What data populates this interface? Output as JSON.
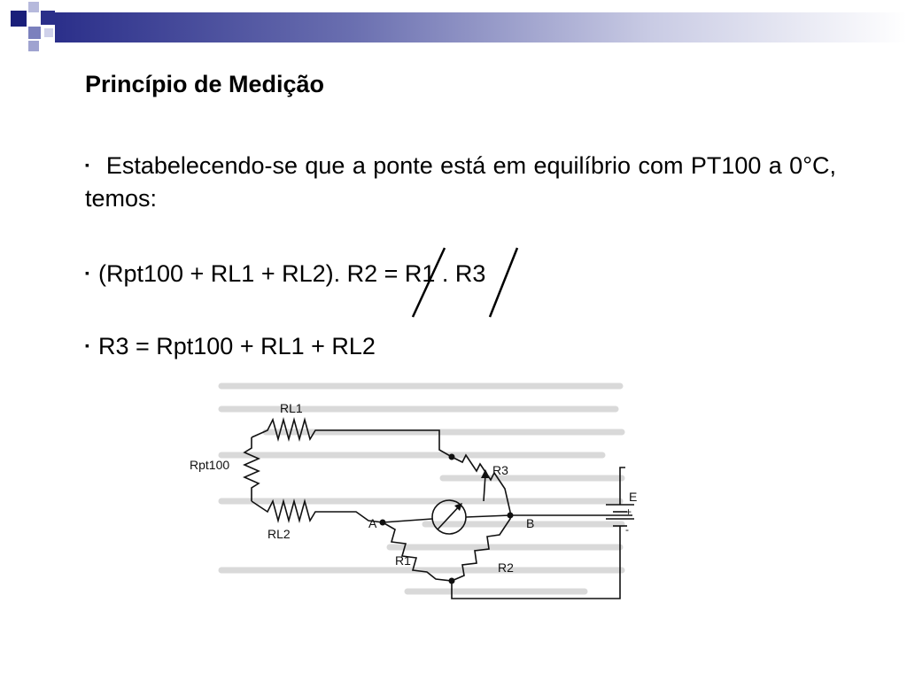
{
  "slide": {
    "title": "Princípio de Medição",
    "bullet_marker": "▪",
    "bullets": [
      "Estabelecendo-se que a ponte está em equilíbrio com PT100 a 0°C, temos:",
      "(Rpt100 + RL1 + RL2). R2 = R1 . R3",
      "R3 = Rpt100 + RL1 + RL2"
    ]
  },
  "circuit": {
    "labels": {
      "rl1": "RL1",
      "rl2": "RL2",
      "rpt100": "Rpt100",
      "r1": "R1",
      "r2": "R2",
      "r3": "R3",
      "a": "A",
      "b": "B",
      "e": "E",
      "plus": "+",
      "minus": "-"
    }
  },
  "colors": {
    "banner_dark": "#2b2f8a",
    "square_dark": "#1a1f7a",
    "square_light": "#9fa3d0"
  }
}
